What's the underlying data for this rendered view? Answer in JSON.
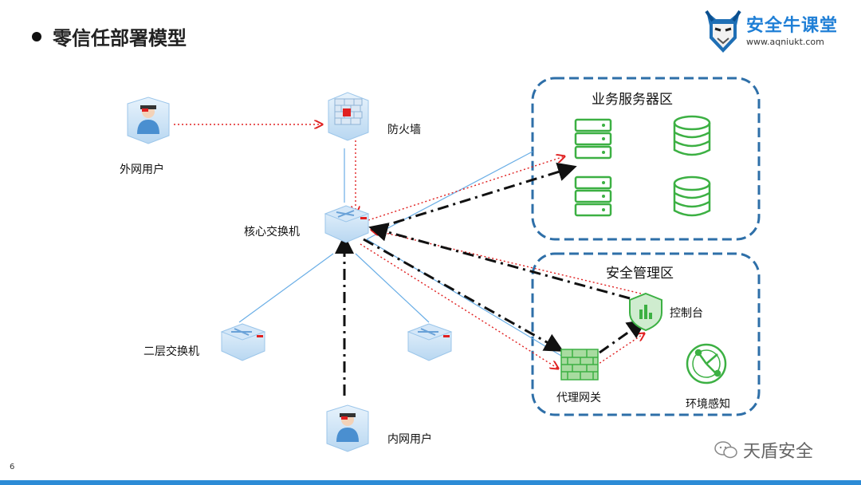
{
  "slide": {
    "title": "零信任部署模型",
    "page_number": "6"
  },
  "logo": {
    "name": "安全牛课堂",
    "url": "www.aqniukt.com"
  },
  "zones": {
    "business": "业务服务器区",
    "security": "安全管理区"
  },
  "nodes": {
    "external_user": "外网用户",
    "firewall": "防火墙",
    "core_switch": "核心交换机",
    "l2_switch": "二层交换机",
    "internal_user": "内网用户",
    "proxy_gateway": "代理网关",
    "console": "控制台",
    "env_sensing": "环境感知"
  },
  "watermark": "天盾安全",
  "colors": {
    "zone_border": "#2e6fa8",
    "red_arrow": "#e02020",
    "black_arrow": "#111111",
    "link_blue": "#6aaee6",
    "green": "#3cb043",
    "brand_blue": "#1f7fd6"
  }
}
